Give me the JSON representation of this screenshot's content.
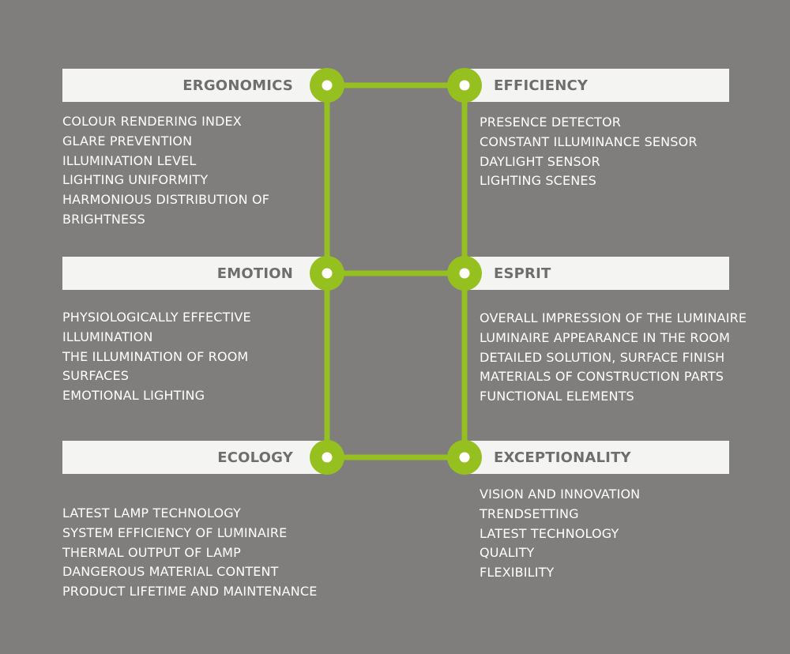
{
  "colors": {
    "background": "#7f7e7c",
    "accent": "#95c01f",
    "bar": "#f4f4f3",
    "bar_text": "#6e6e6c",
    "list_text": "#ffffff"
  },
  "rows": [
    {
      "left": {
        "title": "ERGONOMICS",
        "items": [
          "COLOUR RENDERING INDEX",
          "GLARE PREVENTION",
          "ILLUMINATION LEVEL",
          "LIGHTING UNIFORMITY",
          "HARMONIOUS DISTRIBUTION OF",
          "BRIGHTNESS"
        ]
      },
      "right": {
        "title": "EFFICIENCY",
        "items": [
          "PRESENCE DETECTOR",
          "CONSTANT ILLUMINANCE SENSOR",
          "DAYLIGHT SENSOR",
          "LIGHTING SCENES"
        ]
      }
    },
    {
      "left": {
        "title": "EMOTION",
        "items": [
          "PHYSIOLOGICALLY EFFECTIVE",
          "ILLUMINATION",
          "THE ILLUMINATION OF ROOM",
          "SURFACES",
          "EMOTIONAL LIGHTING"
        ]
      },
      "right": {
        "title": "ESPRIT",
        "items": [
          "OVERALL IMPRESSION OF THE LUMINAIRE",
          "LUMINAIRE APPEARANCE IN THE ROOM",
          "DETAILED SOLUTION, SURFACE FINISH",
          "MATERIALS OF CONSTRUCTION PARTS",
          "FUNCTIONAL ELEMENTS"
        ]
      }
    },
    {
      "left": {
        "title": "ECOLOGY",
        "items": [
          "LATEST LAMP TECHNOLOGY",
          "SYSTEM EFFICIENCY OF LUMINAIRE",
          "THERMAL OUTPUT OF LAMP",
          "DANGEROUS MATERIAL CONTENT",
          "PRODUCT LIFETIME AND MAINTENANCE"
        ]
      },
      "right": {
        "title": "EXCEPTIONALITY",
        "items": [
          "VISION AND INNOVATION",
          "TRENDSETTING",
          "LATEST TECHNOLOGY",
          "QUALITY",
          "FLEXIBILITY"
        ]
      }
    }
  ]
}
